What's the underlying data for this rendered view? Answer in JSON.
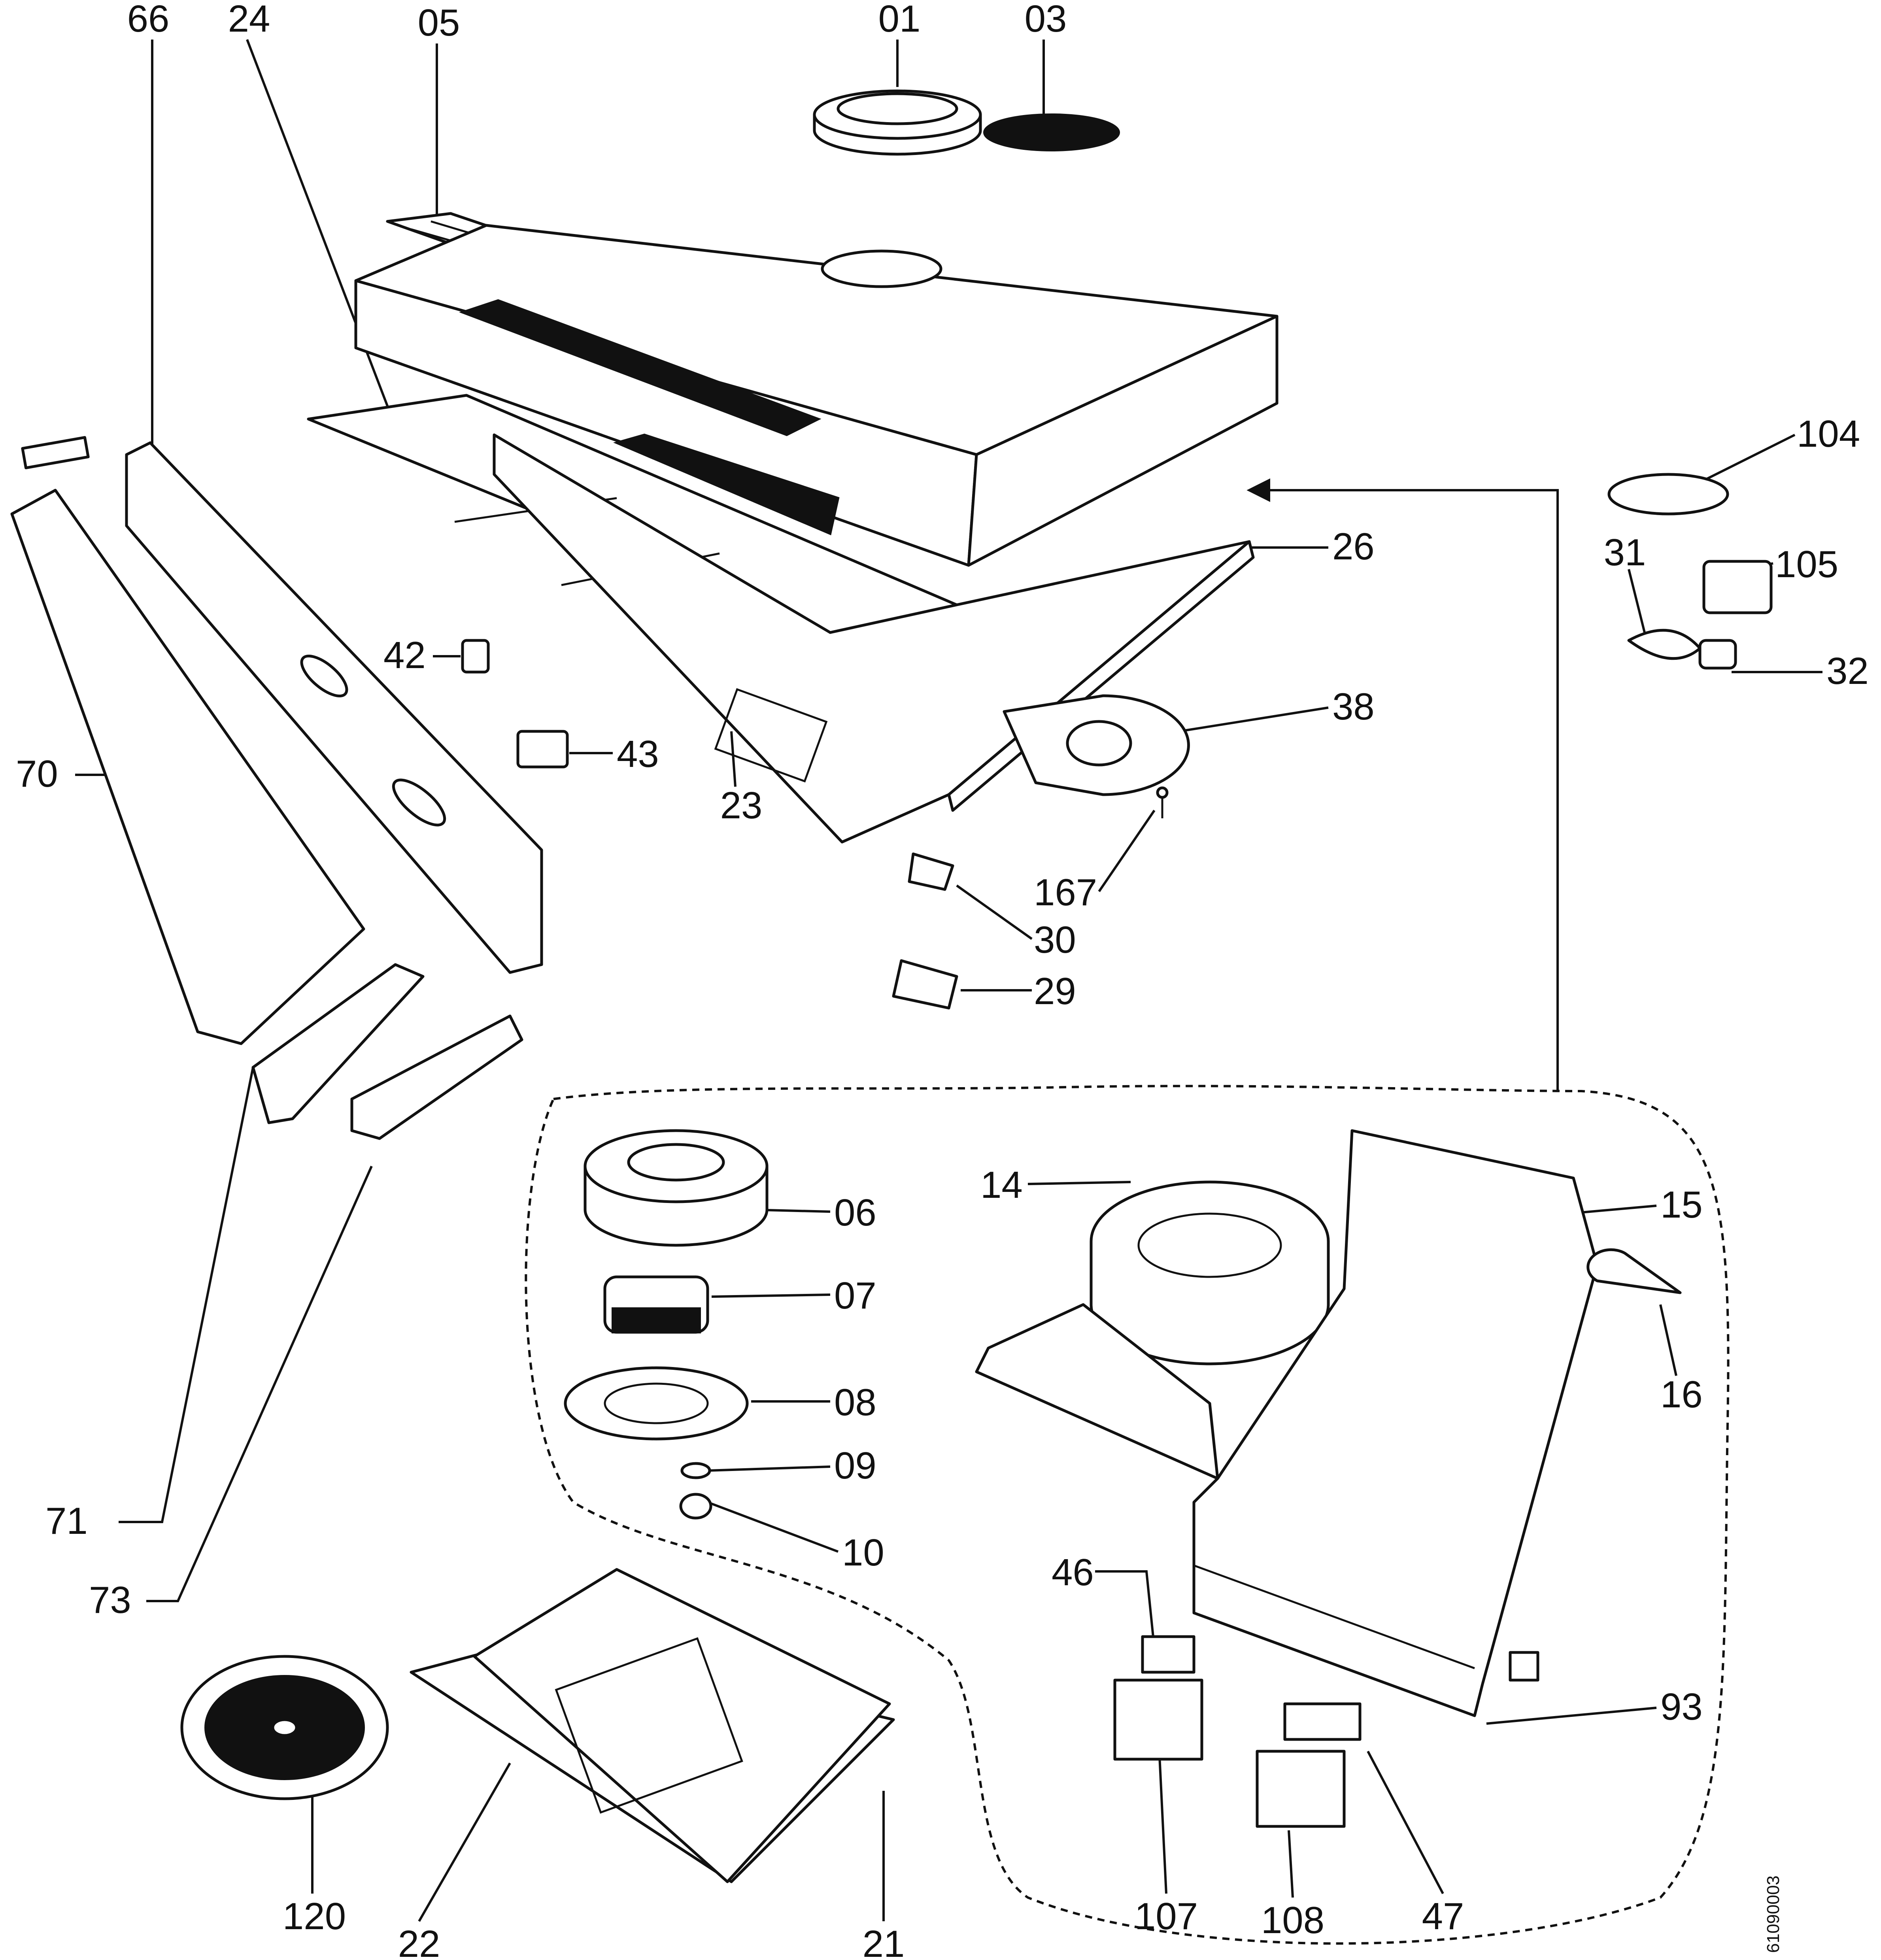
{
  "diagram": {
    "labels": [
      "66",
      "24",
      "05",
      "01",
      "03",
      "104",
      "105",
      "31",
      "32",
      "26",
      "38",
      "42",
      "43",
      "23",
      "70",
      "167",
      "30",
      "29",
      "14",
      "15",
      "16",
      "06",
      "07",
      "08",
      "09",
      "10",
      "71",
      "73",
      "46",
      "93",
      "107",
      "108",
      "47",
      "120",
      "22",
      "21"
    ],
    "drawing_code": "61090003"
  }
}
